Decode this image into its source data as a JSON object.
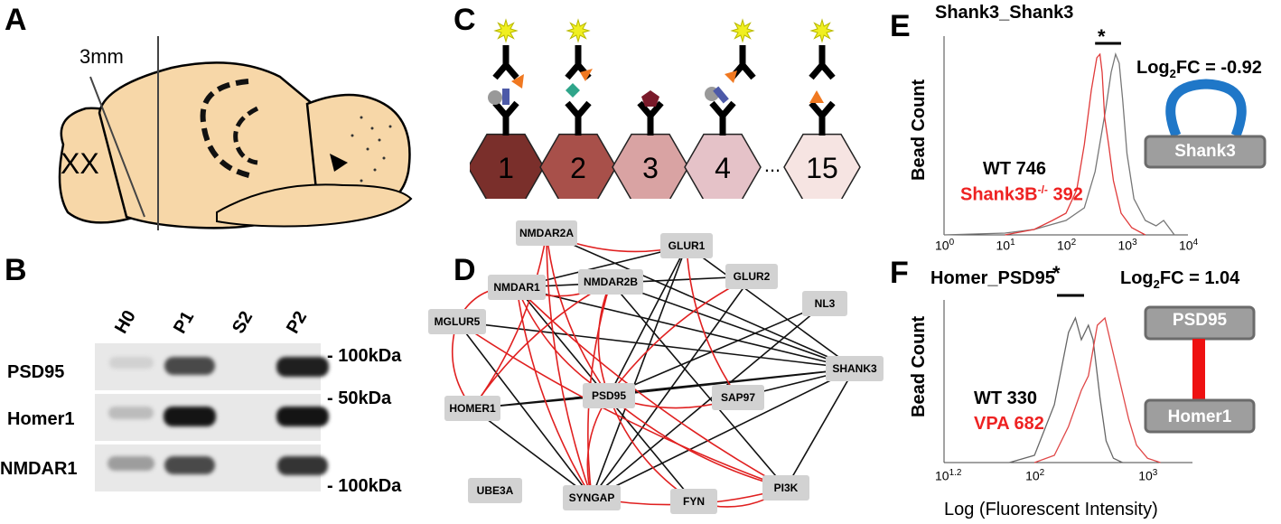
{
  "panels": {
    "A": {
      "label": "A",
      "scale_text": "3mm",
      "region_text": "XX"
    },
    "B": {
      "label": "B",
      "lanes": [
        "H0",
        "P1",
        "S2",
        "P2"
      ],
      "rows": [
        {
          "name": "PSD95",
          "bands": [
            0.1,
            0.75,
            0.0,
            0.95
          ]
        },
        {
          "name": "Homer1",
          "bands": [
            0.2,
            1.0,
            0.0,
            1.0
          ]
        },
        {
          "name": "NMDAR1",
          "bands": [
            0.35,
            0.75,
            0.0,
            0.85
          ]
        }
      ],
      "markers": [
        "- 100kDa",
        "- 50kDa",
        "- 100kDa"
      ]
    },
    "C": {
      "label": "C",
      "bead_numbers": [
        "1",
        "2",
        "3",
        "4",
        "15"
      ],
      "bead_colors": [
        "#7a2f2b",
        "#a8504a",
        "#d9a3a3",
        "#e5c2c8",
        "#f6e4e2"
      ],
      "ellipsis": "..."
    },
    "D": {
      "label": "D",
      "nodes": [
        "NMDAR2A",
        "GLUR1",
        "NMDAR1",
        "NMDAR2B",
        "GLUR2",
        "NL3",
        "MGLUR5",
        "SHANK3",
        "PSD95",
        "SAP97",
        "HOMER1",
        "UBE3A",
        "SYNGAP",
        "FYN",
        "PI3K"
      ],
      "edge_colors": {
        "red": "#e02020",
        "black": "#111111"
      }
    },
    "E": {
      "label": "E",
      "title": "Shank3_Shank3",
      "ylabel": "Bead Count",
      "star": "*",
      "log2fc_prefix": "Log",
      "log2fc_sub": "2",
      "log2fc_suffix": "FC = -0.92",
      "wt_text": "WT 746",
      "ko_text_main": "Shank3B",
      "ko_text_sup": "-/-",
      "ko_text_value": " 392",
      "protein": "Shank3",
      "loop_color": "#1f77c8",
      "xticks": [
        {
          "base": "10",
          "exp": "0"
        },
        {
          "base": "10",
          "exp": "1"
        },
        {
          "base": "10",
          "exp": "2"
        },
        {
          "base": "10",
          "exp": "3"
        },
        {
          "base": "10",
          "exp": "4"
        }
      ]
    },
    "F": {
      "label": "F",
      "title": "Homer_PSD95",
      "ylabel": "Bead Count",
      "star": "*",
      "log2fc_prefix": "Log",
      "log2fc_sub": "2",
      "log2fc_suffix": "FC = 1.04",
      "wt_text": "WT 330",
      "vpa_text": "VPA 682",
      "protein_top": "PSD95",
      "protein_bottom": "Homer1",
      "link_color": "#ee1111",
      "xlabel": "Log (Fluorescent Intensity)",
      "xticks": [
        {
          "base": "10",
          "exp": "1.2"
        },
        {
          "base": "10",
          "exp": "2"
        },
        {
          "base": "10",
          "exp": "3"
        }
      ]
    }
  },
  "chart_data": [
    {
      "type": "line",
      "title": "Shank3_Shank3",
      "xlabel": "",
      "ylabel": "Bead Count",
      "x_scale": "log",
      "xlim": [
        1,
        10000
      ],
      "series": [
        {
          "name": "WT 746",
          "color": "#777777",
          "x": [
            1,
            10,
            30,
            100,
            200,
            300,
            450,
            550,
            650,
            746,
            850,
            1000,
            1300,
            2000,
            3000,
            4000,
            6000
          ],
          "values": [
            0,
            0.01,
            0.03,
            0.08,
            0.15,
            0.35,
            0.7,
            0.9,
            1.0,
            0.95,
            0.75,
            0.45,
            0.2,
            0.08,
            0.05,
            0.08,
            0.0
          ]
        },
        {
          "name": "Shank3B-/- 392",
          "color": "#e03a3a",
          "x": [
            10,
            30,
            60,
            100,
            150,
            200,
            260,
            320,
            360,
            392,
            430,
            500,
            600,
            800,
            1200,
            2000
          ],
          "values": [
            0.0,
            0.03,
            0.08,
            0.12,
            0.25,
            0.5,
            0.8,
            0.98,
            1.0,
            0.9,
            0.65,
            0.5,
            0.3,
            0.12,
            0.04,
            0.0
          ]
        }
      ]
    },
    {
      "type": "line",
      "title": "Homer_PSD95",
      "xlabel": "Log (Fluorescent Intensity)",
      "ylabel": "Bead Count",
      "x_scale": "log",
      "xlim": [
        15.85,
        2500
      ],
      "series": [
        {
          "name": "WT 330",
          "color": "#666666",
          "x": [
            60,
            100,
            150,
            200,
            230,
            260,
            300,
            330,
            380,
            430,
            500,
            600
          ],
          "values": [
            0.0,
            0.05,
            0.4,
            0.9,
            1.0,
            0.85,
            0.95,
            0.85,
            0.45,
            0.15,
            0.03,
            0.0
          ]
        },
        {
          "name": "VPA 682",
          "color": "#e04848",
          "x": [
            100,
            150,
            200,
            260,
            300,
            360,
            420,
            500,
            682,
            800,
            1000,
            1300
          ],
          "values": [
            0.0,
            0.05,
            0.25,
            0.5,
            0.6,
            0.95,
            1.0,
            0.75,
            0.3,
            0.12,
            0.03,
            0.0
          ]
        }
      ]
    }
  ]
}
